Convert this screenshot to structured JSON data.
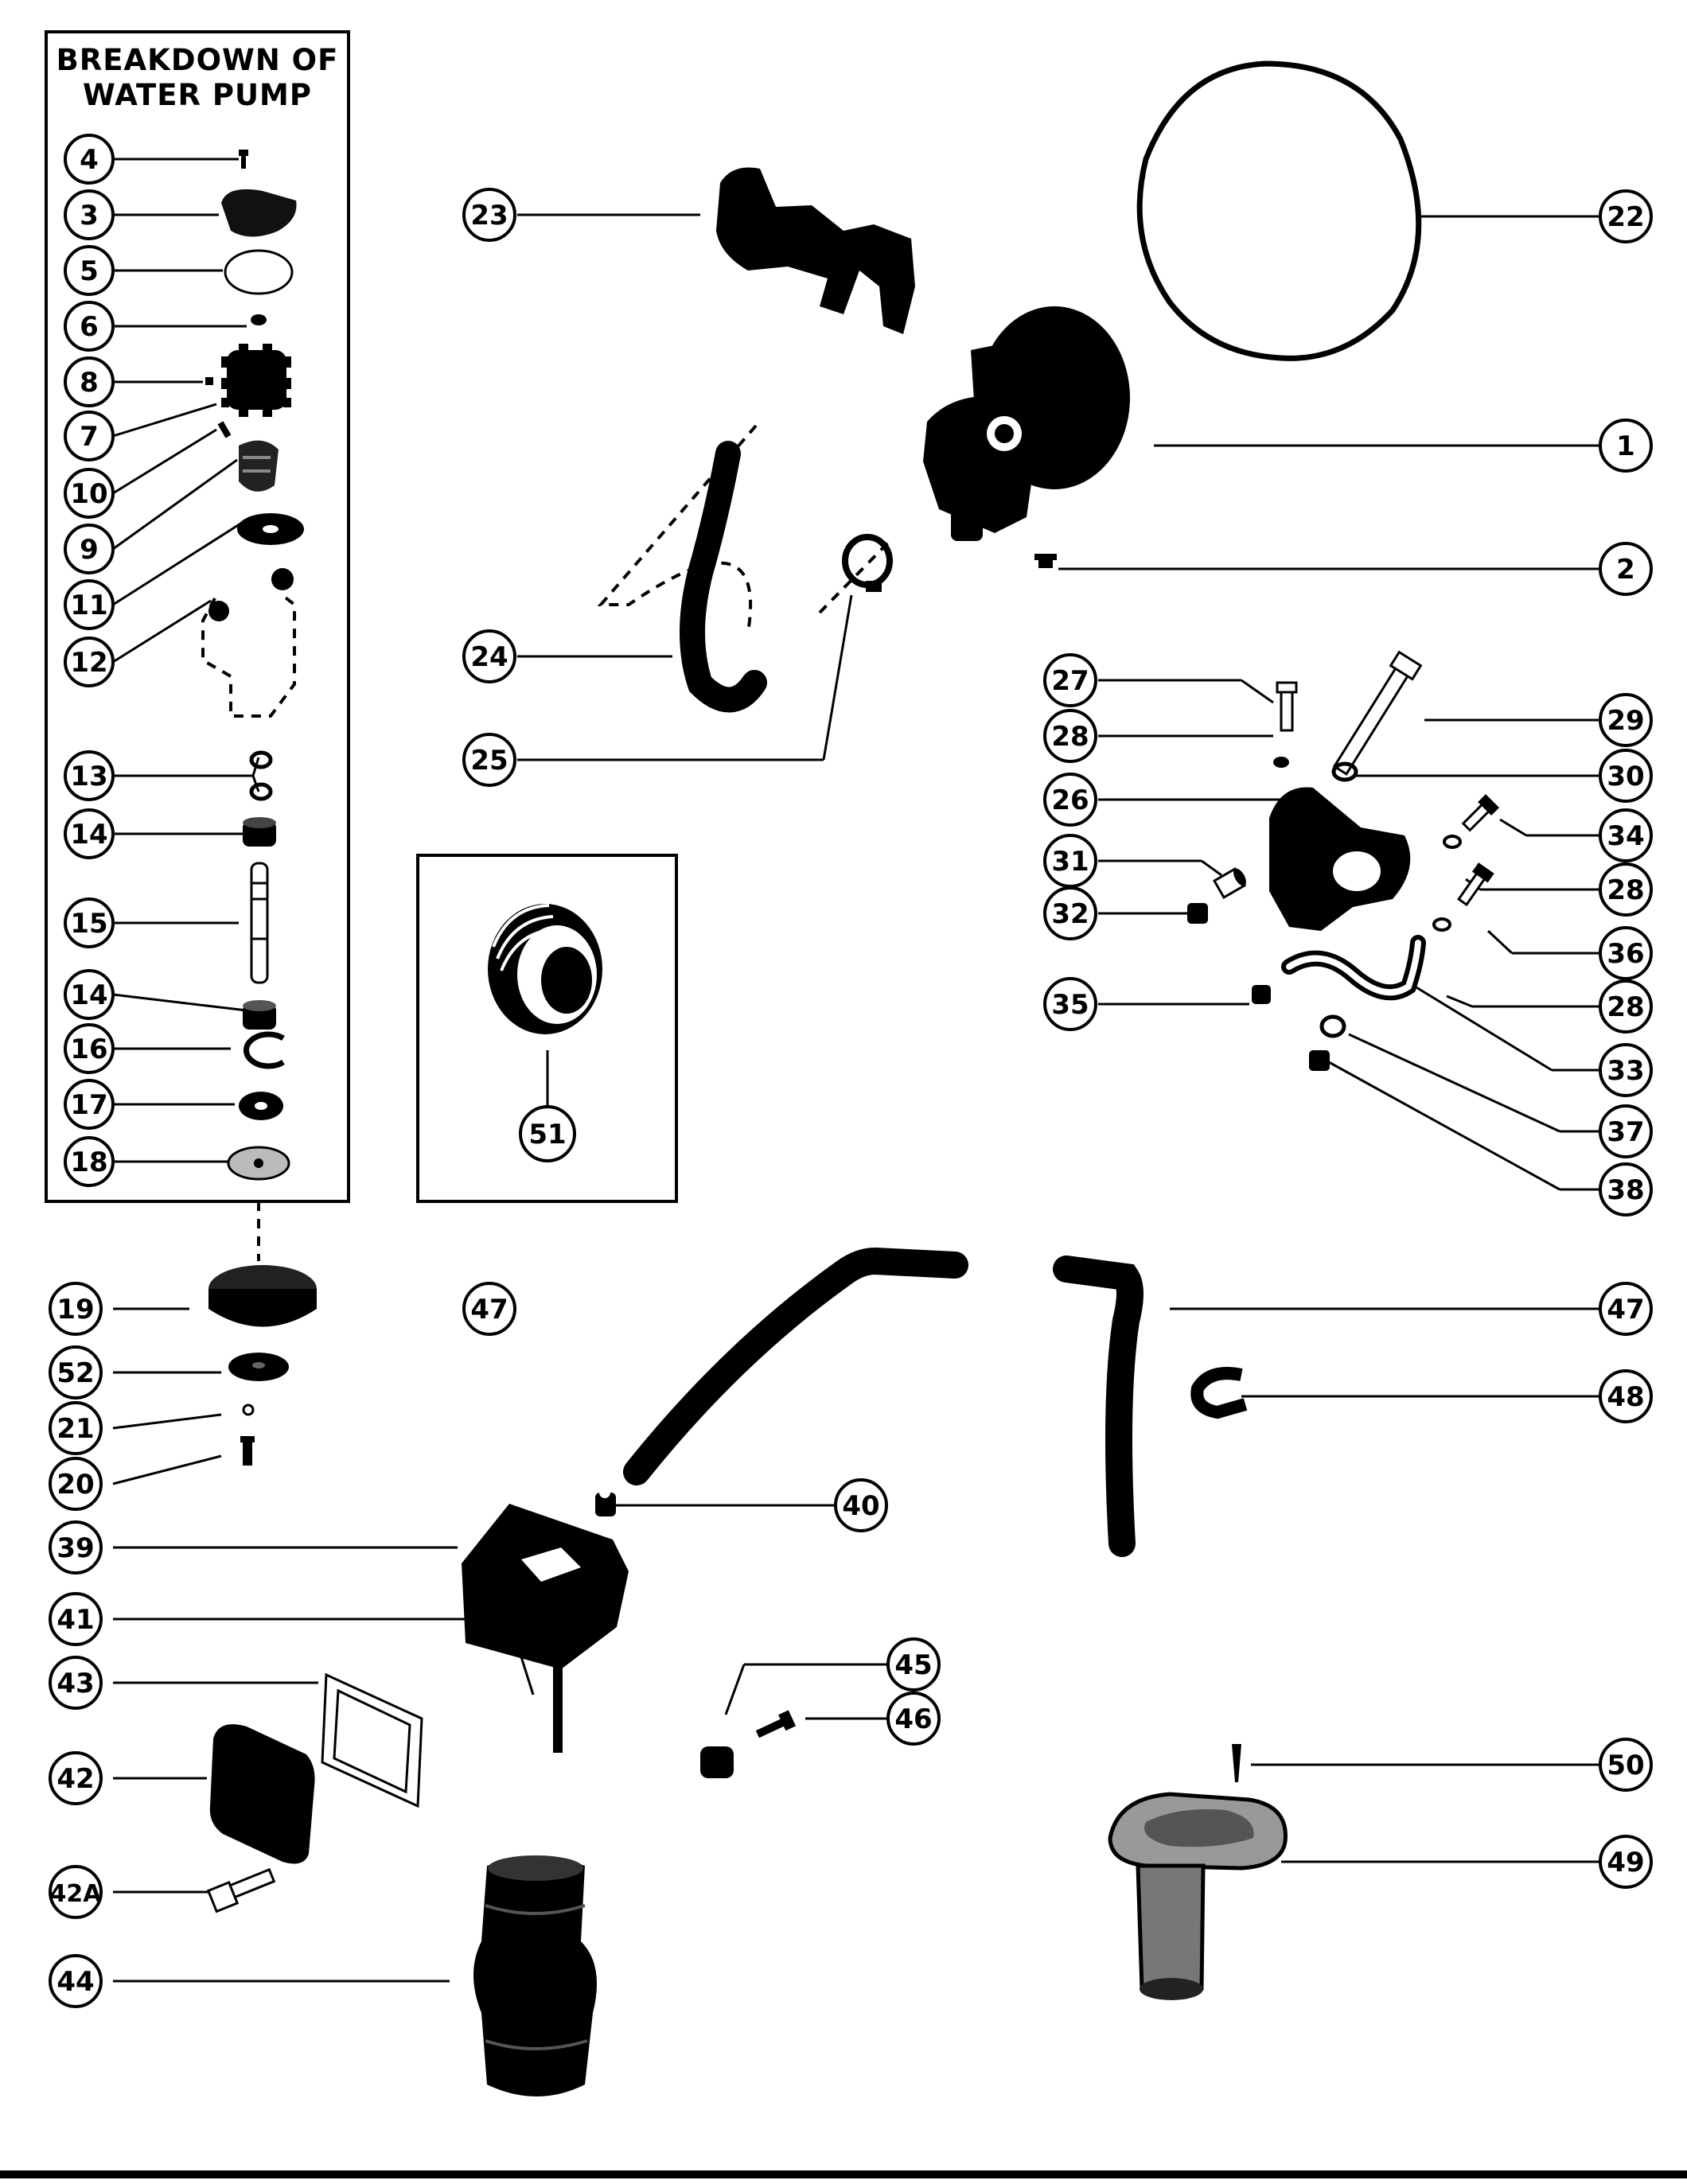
{
  "title": {
    "line1": "BREAKDOWN OF",
    "line2": "WATER PUMP"
  },
  "callouts": {
    "c1": "1",
    "c2": "2",
    "c3": "3",
    "c4": "4",
    "c5": "5",
    "c6": "6",
    "c7": "7",
    "c8": "8",
    "c9": "9",
    "c10": "10",
    "c11": "11",
    "c12": "12",
    "c13": "13",
    "c14a": "14",
    "c14b": "14",
    "c15": "15",
    "c16": "16",
    "c17": "17",
    "c18": "18",
    "c19": "19",
    "c20": "20",
    "c21": "21",
    "c22": "22",
    "c23": "23",
    "c24": "24",
    "c25": "25",
    "c26": "26",
    "c27": "27",
    "c28a": "28",
    "c28b": "28",
    "c28c": "28",
    "c29": "29",
    "c30": "30",
    "c31": "31",
    "c32": "32",
    "c33": "33",
    "c34": "34",
    "c35": "35",
    "c36": "36",
    "c37": "37",
    "c38": "38",
    "c39": "39",
    "c40": "40",
    "c41": "41",
    "c42": "42",
    "c42A": "42A",
    "c43": "43",
    "c44": "44",
    "c45": "45",
    "c46": "46",
    "c47a": "47",
    "c47b": "47",
    "c48": "48",
    "c49": "49",
    "c50": "50",
    "c51": "51",
    "c52": "52"
  },
  "colors": {
    "ink": "#000000",
    "paper": "#ffffff"
  }
}
